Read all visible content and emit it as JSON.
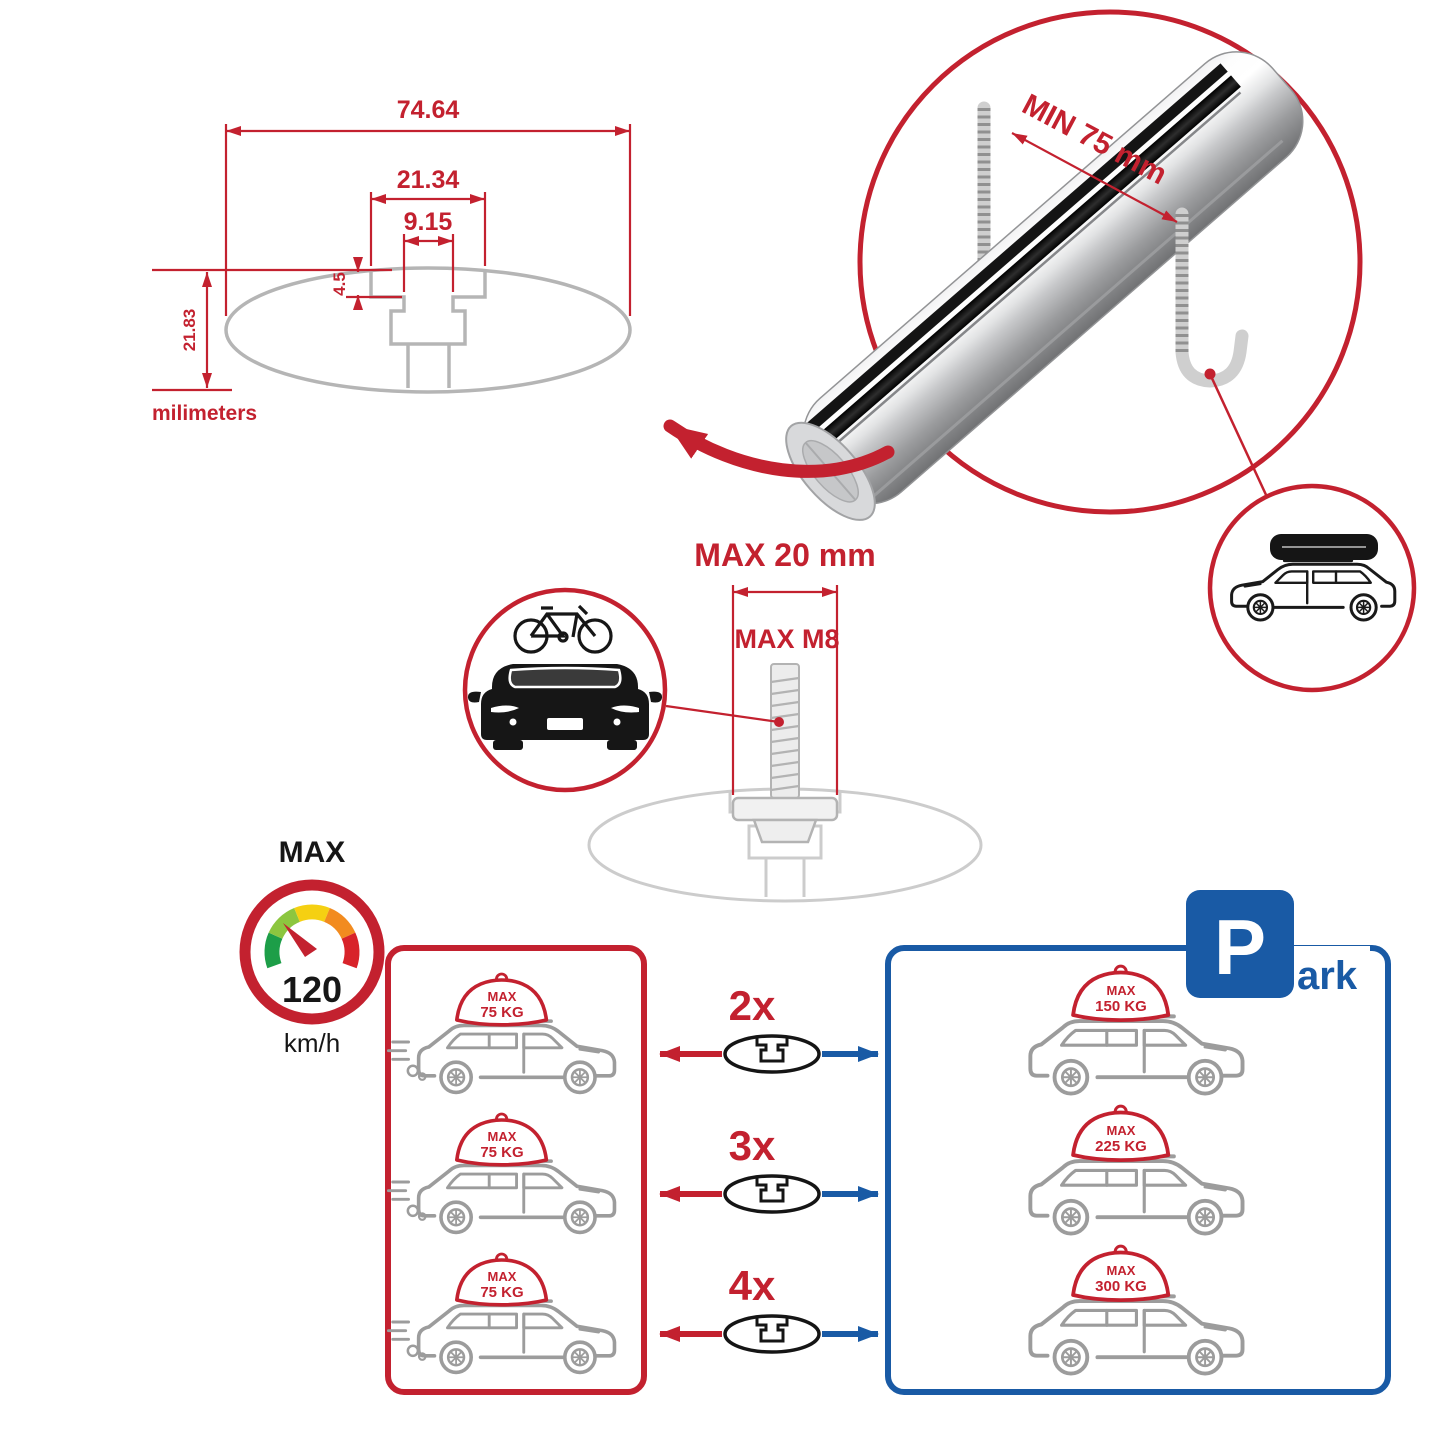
{
  "colors": {
    "red": "#c3212f",
    "blue": "#195aa5",
    "gray": "#b5b5b5",
    "dark": "#161616"
  },
  "profile_diagram": {
    "total_width": "74.64",
    "channel_width": "21.34",
    "slot_width": "9.15",
    "step_depth": "4.5",
    "total_height": "21.83",
    "units_label": "milimeters"
  },
  "bar_closeup": {
    "min_clamp_span": "MIN 75 mm"
  },
  "bolt_diagram": {
    "max_length": "MAX 20 mm",
    "max_thread": "MAX M8"
  },
  "speed_gauge": {
    "title": "MAX",
    "value": "120",
    "units": "km/h"
  },
  "parking_sign": {
    "letter": "P",
    "suffix": "ark"
  },
  "load_rows": [
    {
      "multiplier": "2x",
      "driving": {
        "label": "MAX",
        "value": "75 KG"
      },
      "parked": {
        "label": "MAX",
        "value": "150 KG"
      }
    },
    {
      "multiplier": "3x",
      "driving": {
        "label": "MAX",
        "value": "75 KG"
      },
      "parked": {
        "label": "MAX",
        "value": "225 KG"
      }
    },
    {
      "multiplier": "4x",
      "driving": {
        "label": "MAX",
        "value": "75 KG"
      },
      "parked": {
        "label": "MAX",
        "value": "300 KG"
      }
    }
  ]
}
